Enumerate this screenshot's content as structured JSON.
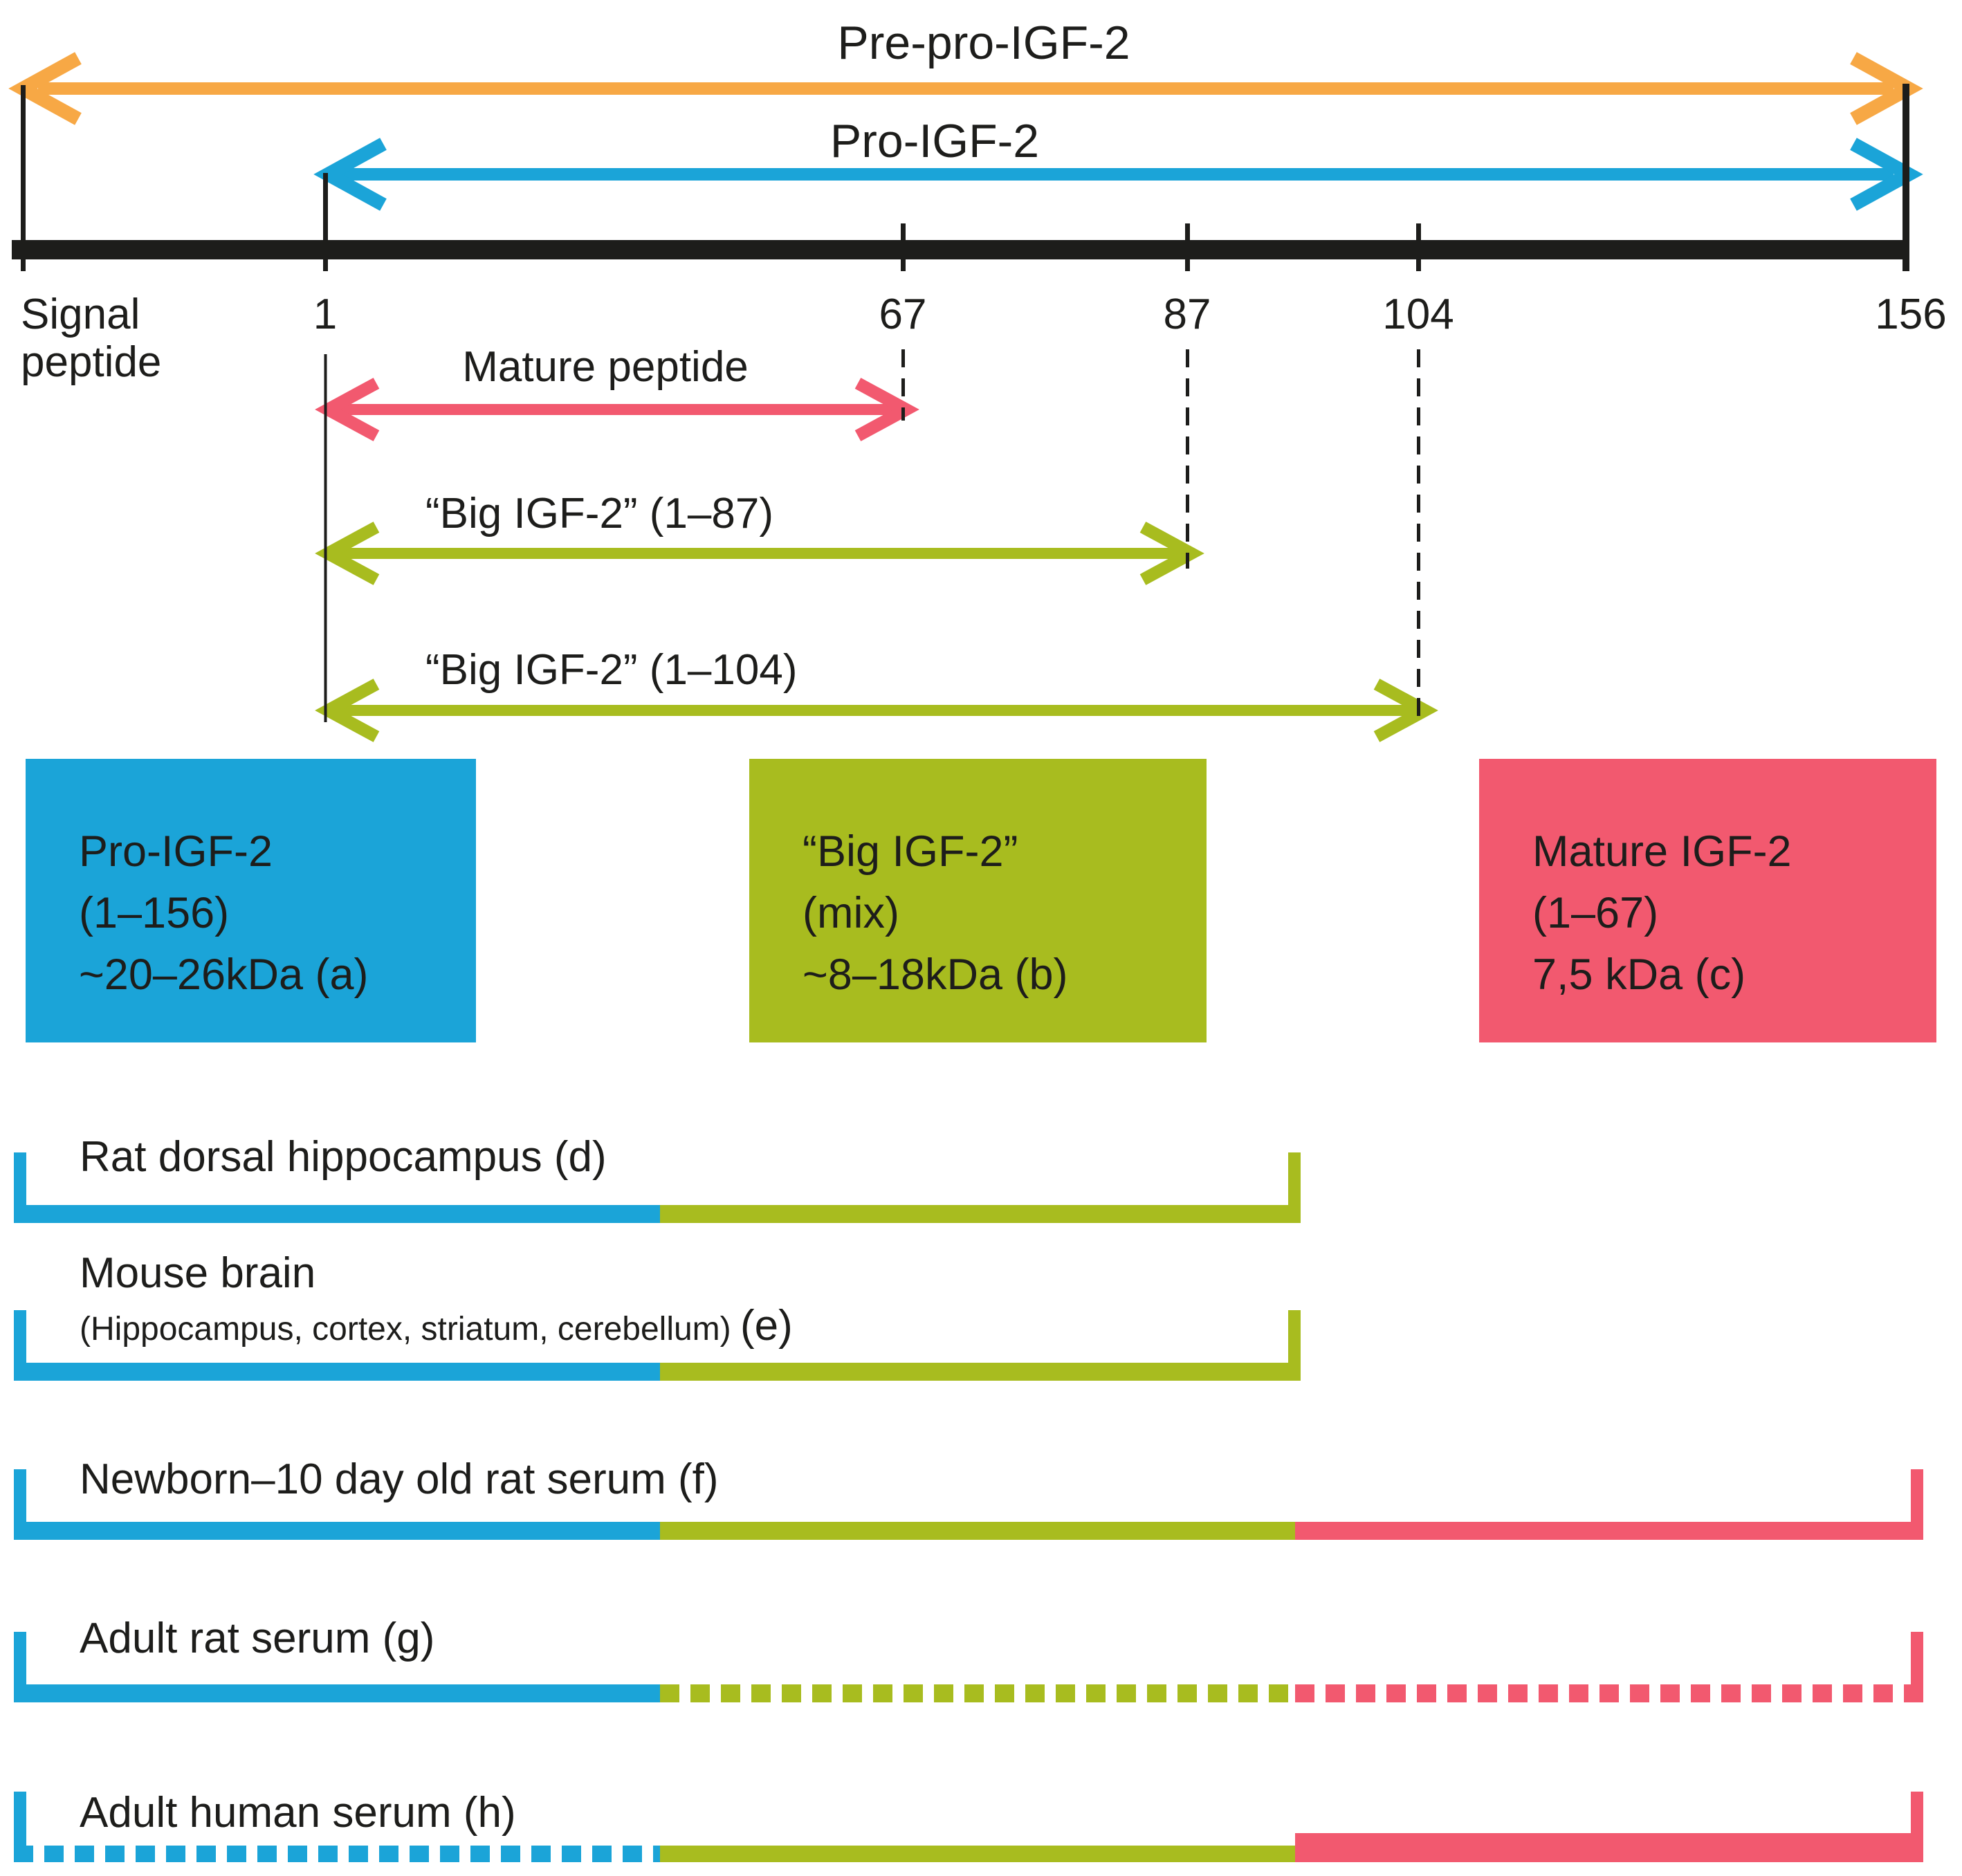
{
  "figure": {
    "top": {
      "prepro_label": "Pre-pro-IGF-2",
      "pro_label": "Pro-IGF-2",
      "signal_label_line1": "Signal",
      "signal_label_line2": "peptide",
      "axis_numbers": {
        "n1": "1",
        "n67": "67",
        "n87": "87",
        "n104": "104",
        "n156": "156"
      }
    },
    "cleavage": {
      "mature_label": "Mature peptide",
      "big87_label": "“Big IGF-2” (1–87)",
      "big104_label": "“Big IGF-2” (1–104)"
    },
    "boxes": {
      "pro": {
        "line1": "Pro-IGF-2",
        "line2": "(1–156)",
        "line3": "~20–26kDa (a)"
      },
      "big": {
        "line1": "“Big IGF-2”",
        "line2": "(mix)",
        "line3": "~8–18kDa (b)"
      },
      "mature": {
        "line1": "Mature IGF-2",
        "line2": "(1–67)",
        "line3": "7,5 kDa (c)"
      }
    },
    "rows": {
      "d": {
        "label": "Rat dorsal hippocampus (d)"
      },
      "e": {
        "label": "Mouse brain",
        "sub": "(Hippocampus, cortex, striatum, cerebellum)",
        "sub_suffix": "(e)"
      },
      "f": {
        "label": "Newborn–10 day old rat serum (f)"
      },
      "g": {
        "label": "Adult rat serum (g)"
      },
      "h": {
        "label": "Adult human serum (h)"
      }
    },
    "colors": {
      "orange": "#f7a845",
      "blue": "#1ba4d8",
      "olive": "#a8bc1f",
      "pink": "#f2596f",
      "black": "#1d1d1b"
    }
  }
}
